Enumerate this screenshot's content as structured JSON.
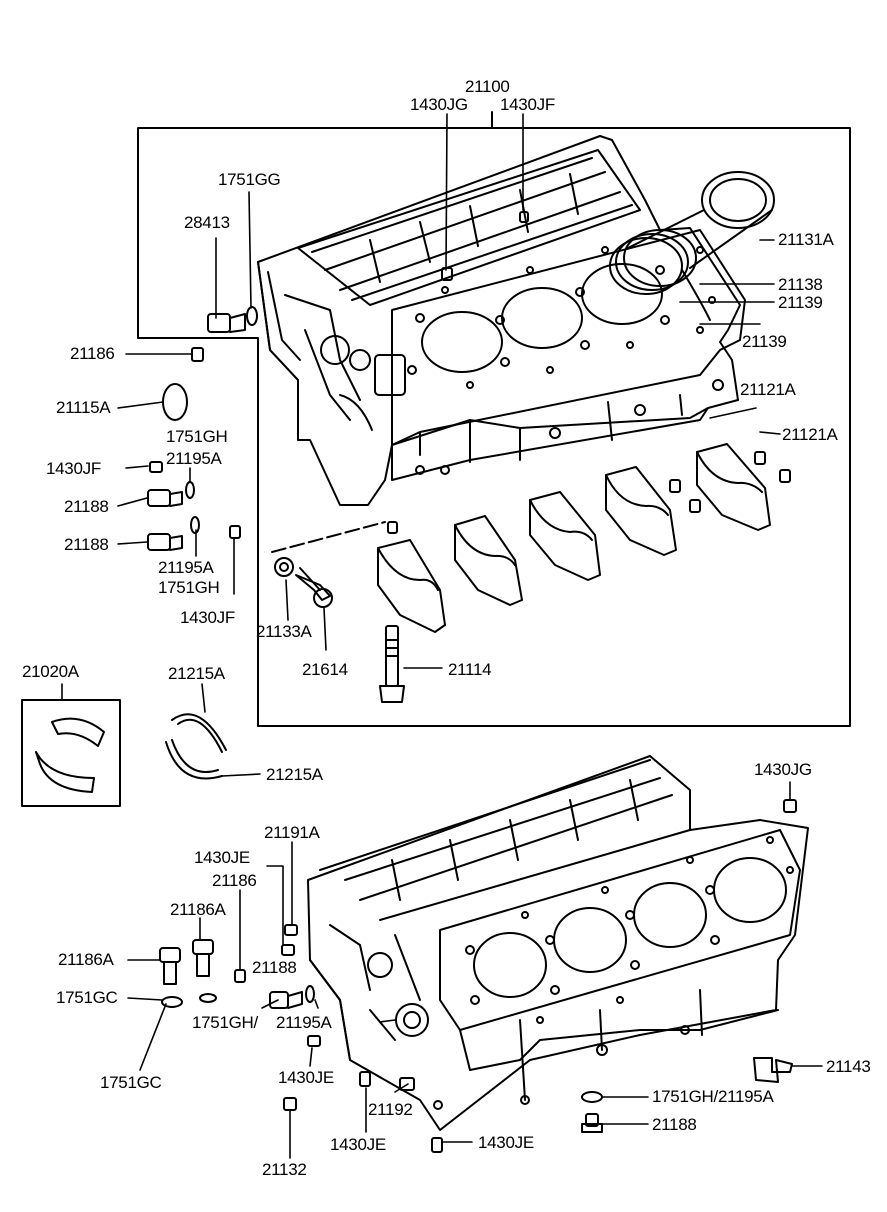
{
  "labels": {
    "main_assembly": "21100",
    "jg_top": "1430JG",
    "jf_top": "1430JF",
    "gg_top": "1751GG",
    "plug_28413": "28413",
    "p21186_left": "21186",
    "p21115a": "21115A",
    "gh_left_top": "1751GH",
    "a21195_left_top": "21195A",
    "jf_left": "1430JF",
    "p21188_a": "21188",
    "p21188_b": "21188",
    "a21195_left_bot": "21195A",
    "gh_left_bot": "1751GH",
    "jf_left_bot": "1430JF",
    "p21131a": "21131A",
    "p21138": "21138",
    "p21139_a": "21139",
    "p21139_b": "21139",
    "p21121a_a": "21121A",
    "p21121a_b": "21121A",
    "p21133a": "21133A",
    "p21614": "21614",
    "p21114": "21114",
    "p21020a": "21020A",
    "p21215a_top": "21215A",
    "p21215a_bot": "21215A",
    "jg_right": "1430JG",
    "p21191a": "21191A",
    "je_mid": "1430JE",
    "p21186_mid": "21186",
    "p21186a_a": "21186A",
    "p21186a_b": "21186A",
    "p21188_mid": "21188",
    "gc_a": "1751GC",
    "gh_mid": "1751GH/",
    "a21195_mid": "21195A",
    "je_b": "1430JE",
    "p21143": "21143",
    "gh_right": "1751GH/21195A",
    "p21192": "21192",
    "p21188_right": "21188",
    "gc_b": "1751GC",
    "je_c": "1430JE",
    "je_d": "1430JE",
    "p21132": "21132"
  }
}
